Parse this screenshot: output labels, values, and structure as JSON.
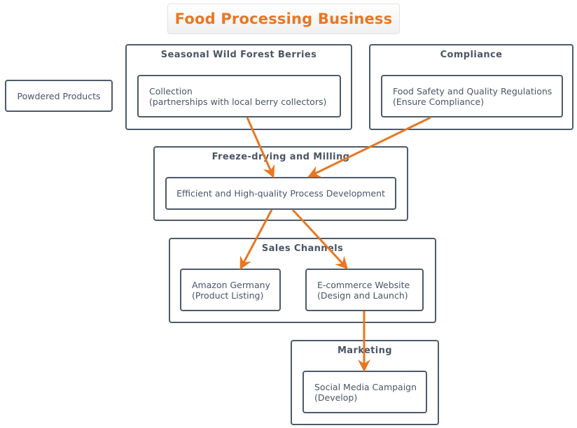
{
  "diagram": {
    "title": "Food Processing Business",
    "accent_color": "#e87722",
    "border_color": "#4d5a6b",
    "standalone_nodes": [
      {
        "id": "powdered",
        "label": "Powdered Products"
      }
    ],
    "packages": [
      {
        "id": "berries",
        "title": "Seasonal Wild Forest Berries",
        "nodes": [
          {
            "id": "collection",
            "line1": "Collection",
            "line2": "(partnerships with local berry collectors)"
          }
        ]
      },
      {
        "id": "compliance",
        "title": "Compliance",
        "nodes": [
          {
            "id": "regulations",
            "line1": "Food Safety and Quality Regulations",
            "line2": "(Ensure Compliance)"
          }
        ]
      },
      {
        "id": "freeze",
        "title": "Freeze-drying and Milling",
        "nodes": [
          {
            "id": "process",
            "line1": "Efficient and High-quality Process Development"
          }
        ]
      },
      {
        "id": "sales",
        "title": "Sales Channels",
        "nodes": [
          {
            "id": "amazon",
            "line1": "Amazon Germany",
            "line2": "(Product Listing)"
          },
          {
            "id": "ecommerce",
            "line1": "E-commerce Website",
            "line2": "(Design and Launch)"
          }
        ]
      },
      {
        "id": "marketing",
        "title": "Marketing",
        "nodes": [
          {
            "id": "social",
            "line1": "Social Media Campaign",
            "line2": "(Develop)"
          }
        ]
      }
    ],
    "edges": [
      {
        "from": "collection",
        "to": "process"
      },
      {
        "from": "regulations",
        "to": "process"
      },
      {
        "from": "process",
        "to": "amazon"
      },
      {
        "from": "process",
        "to": "ecommerce"
      },
      {
        "from": "ecommerce",
        "to": "social"
      }
    ]
  }
}
